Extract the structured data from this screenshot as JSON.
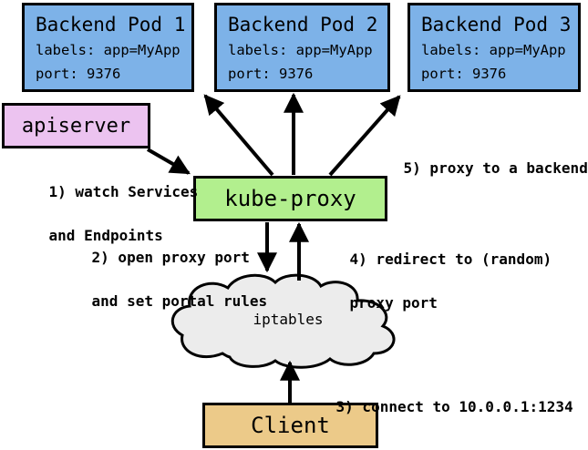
{
  "diagram": {
    "pods": [
      {
        "title": "Backend Pod 1",
        "labels_text": "labels: app=MyApp",
        "port_text": "port: 9376"
      },
      {
        "title": "Backend Pod 2",
        "labels_text": "labels: app=MyApp",
        "port_text": "port: 9376"
      },
      {
        "title": "Backend Pod 3",
        "labels_text": "labels: app=MyApp",
        "port_text": "port: 9376"
      }
    ],
    "apiserver": {
      "label": "apiserver"
    },
    "kube_proxy": {
      "label": "kube-proxy"
    },
    "iptables": {
      "label": "iptables"
    },
    "client": {
      "label": "Client"
    },
    "steps": [
      {
        "line1": "1) watch Services",
        "line2": "and Endpoints"
      },
      {
        "line1": "2) open proxy port",
        "line2": "and set portal rules"
      },
      {
        "line1": "3) connect to 10.0.0.1:1234",
        "line2": ""
      },
      {
        "line1": "4) redirect to (random)",
        "line2": "proxy port"
      },
      {
        "line1": "5) proxy to a backend",
        "line2": ""
      }
    ],
    "colors": {
      "pod_fill": "#7db2e8",
      "apiserver_fill": "#ecc3f0",
      "kube_proxy_fill": "#b2ef8e",
      "client_fill": "#ecca89",
      "cloud_fill": "#ececec",
      "outline": "#000000",
      "background": "#ffffff",
      "text": "#000000"
    }
  }
}
